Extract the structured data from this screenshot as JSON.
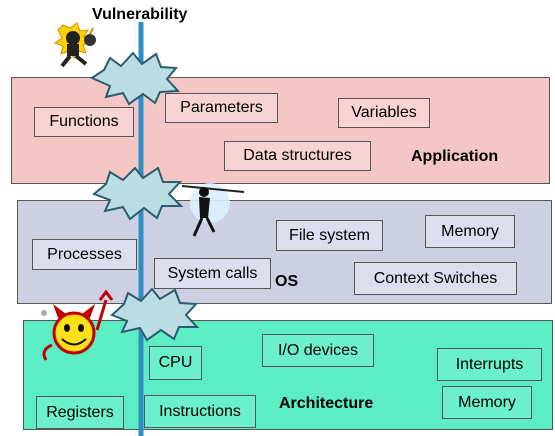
{
  "title": "Vulnerability",
  "colors": {
    "application_layer": "#f5c6c6",
    "os_layer": "#cdd0e3",
    "architecture_layer": "#5cedc4",
    "vulnerability_line": "#2f8fc4",
    "breach_burst": "#b9dde2"
  },
  "icons": {
    "top": "hacker-bomb-icon",
    "middle": "spear-thrower-icon",
    "bottom": "devil-icon"
  },
  "layers": {
    "application": {
      "label": "Application",
      "items": [
        "Functions",
        "Parameters",
        "Variables",
        "Data structures"
      ]
    },
    "os": {
      "label": "OS",
      "items": [
        "Processes",
        "System calls",
        "File system",
        "Memory",
        "Context Switches"
      ]
    },
    "architecture": {
      "label": "Architecture",
      "items": [
        "CPU",
        "I/O devices",
        "Interrupts",
        "Registers",
        "Instructions",
        "Memory"
      ]
    }
  }
}
